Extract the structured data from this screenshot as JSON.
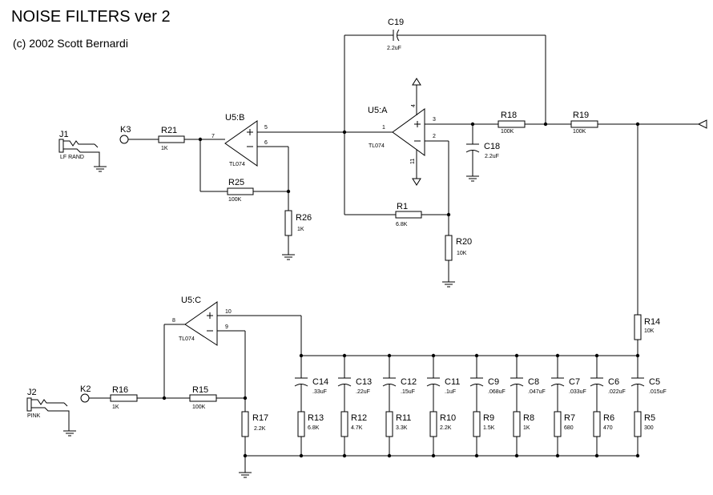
{
  "title": "NOISE FILTERS ver 2",
  "copyright": "(c) 2002 Scott Bernardi",
  "opamps": {
    "u5a": {
      "ref": "U5:A",
      "part": "TL074",
      "pins": {
        "plus": "3",
        "minus": "2",
        "out": "1",
        "vpos": "4",
        "vneg": "11"
      }
    },
    "u5b": {
      "ref": "U5:B",
      "part": "TL074",
      "pins": {
        "plus": "5",
        "minus": "6",
        "out": "7"
      }
    },
    "u5c": {
      "ref": "U5:C",
      "part": "TL074",
      "pins": {
        "plus": "10",
        "minus": "9",
        "out": "8"
      }
    }
  },
  "jacks": {
    "j1": {
      "ref": "J1",
      "label": "LF RAND"
    },
    "j2": {
      "ref": "J2",
      "label": "PINK"
    }
  },
  "nodes": {
    "k3": "K3",
    "k2": "K2"
  },
  "resistors": {
    "r21": {
      "ref": "R21",
      "value": "1K"
    },
    "r25": {
      "ref": "R25",
      "value": "100K"
    },
    "r26": {
      "ref": "R26",
      "value": "1K"
    },
    "r18": {
      "ref": "R18",
      "value": "100K"
    },
    "r19": {
      "ref": "R19",
      "value": "100K"
    },
    "r1": {
      "ref": "R1",
      "value": "6.8K"
    },
    "r20": {
      "ref": "R20",
      "value": "10K"
    },
    "r14": {
      "ref": "R14",
      "value": "10K"
    },
    "r16": {
      "ref": "R16",
      "value": "1K"
    },
    "r15": {
      "ref": "R15",
      "value": "100K"
    },
    "r17": {
      "ref": "R17",
      "value": "2.2K"
    }
  },
  "capacitors": {
    "c19": {
      "ref": "C19",
      "value": "2.2uF"
    },
    "c18": {
      "ref": "C18",
      "value": "2.2uF"
    }
  },
  "filter_bank": [
    {
      "cap": "C14",
      "cap_value": ".33uF",
      "res": "R13",
      "res_value": "6.8K"
    },
    {
      "cap": "C13",
      "cap_value": ".22uF",
      "res": "R12",
      "res_value": "4.7K"
    },
    {
      "cap": "C12",
      "cap_value": ".15uF",
      "res": "R11",
      "res_value": "3.3K"
    },
    {
      "cap": "C11",
      "cap_value": ".1uF",
      "res": "R10",
      "res_value": "2.2K"
    },
    {
      "cap": "C9",
      "cap_value": ".068uF",
      "res": "R9",
      "res_value": "1.5K"
    },
    {
      "cap": "C8",
      "cap_value": ".047uF",
      "res": "R8",
      "res_value": "1K"
    },
    {
      "cap": "C7",
      "cap_value": ".033uF",
      "res": "R7",
      "res_value": "680"
    },
    {
      "cap": "C6",
      "cap_value": ".022uF",
      "res": "R6",
      "res_value": "470"
    },
    {
      "cap": "C5",
      "cap_value": ".015uF",
      "res": "R5",
      "res_value": "300"
    }
  ]
}
